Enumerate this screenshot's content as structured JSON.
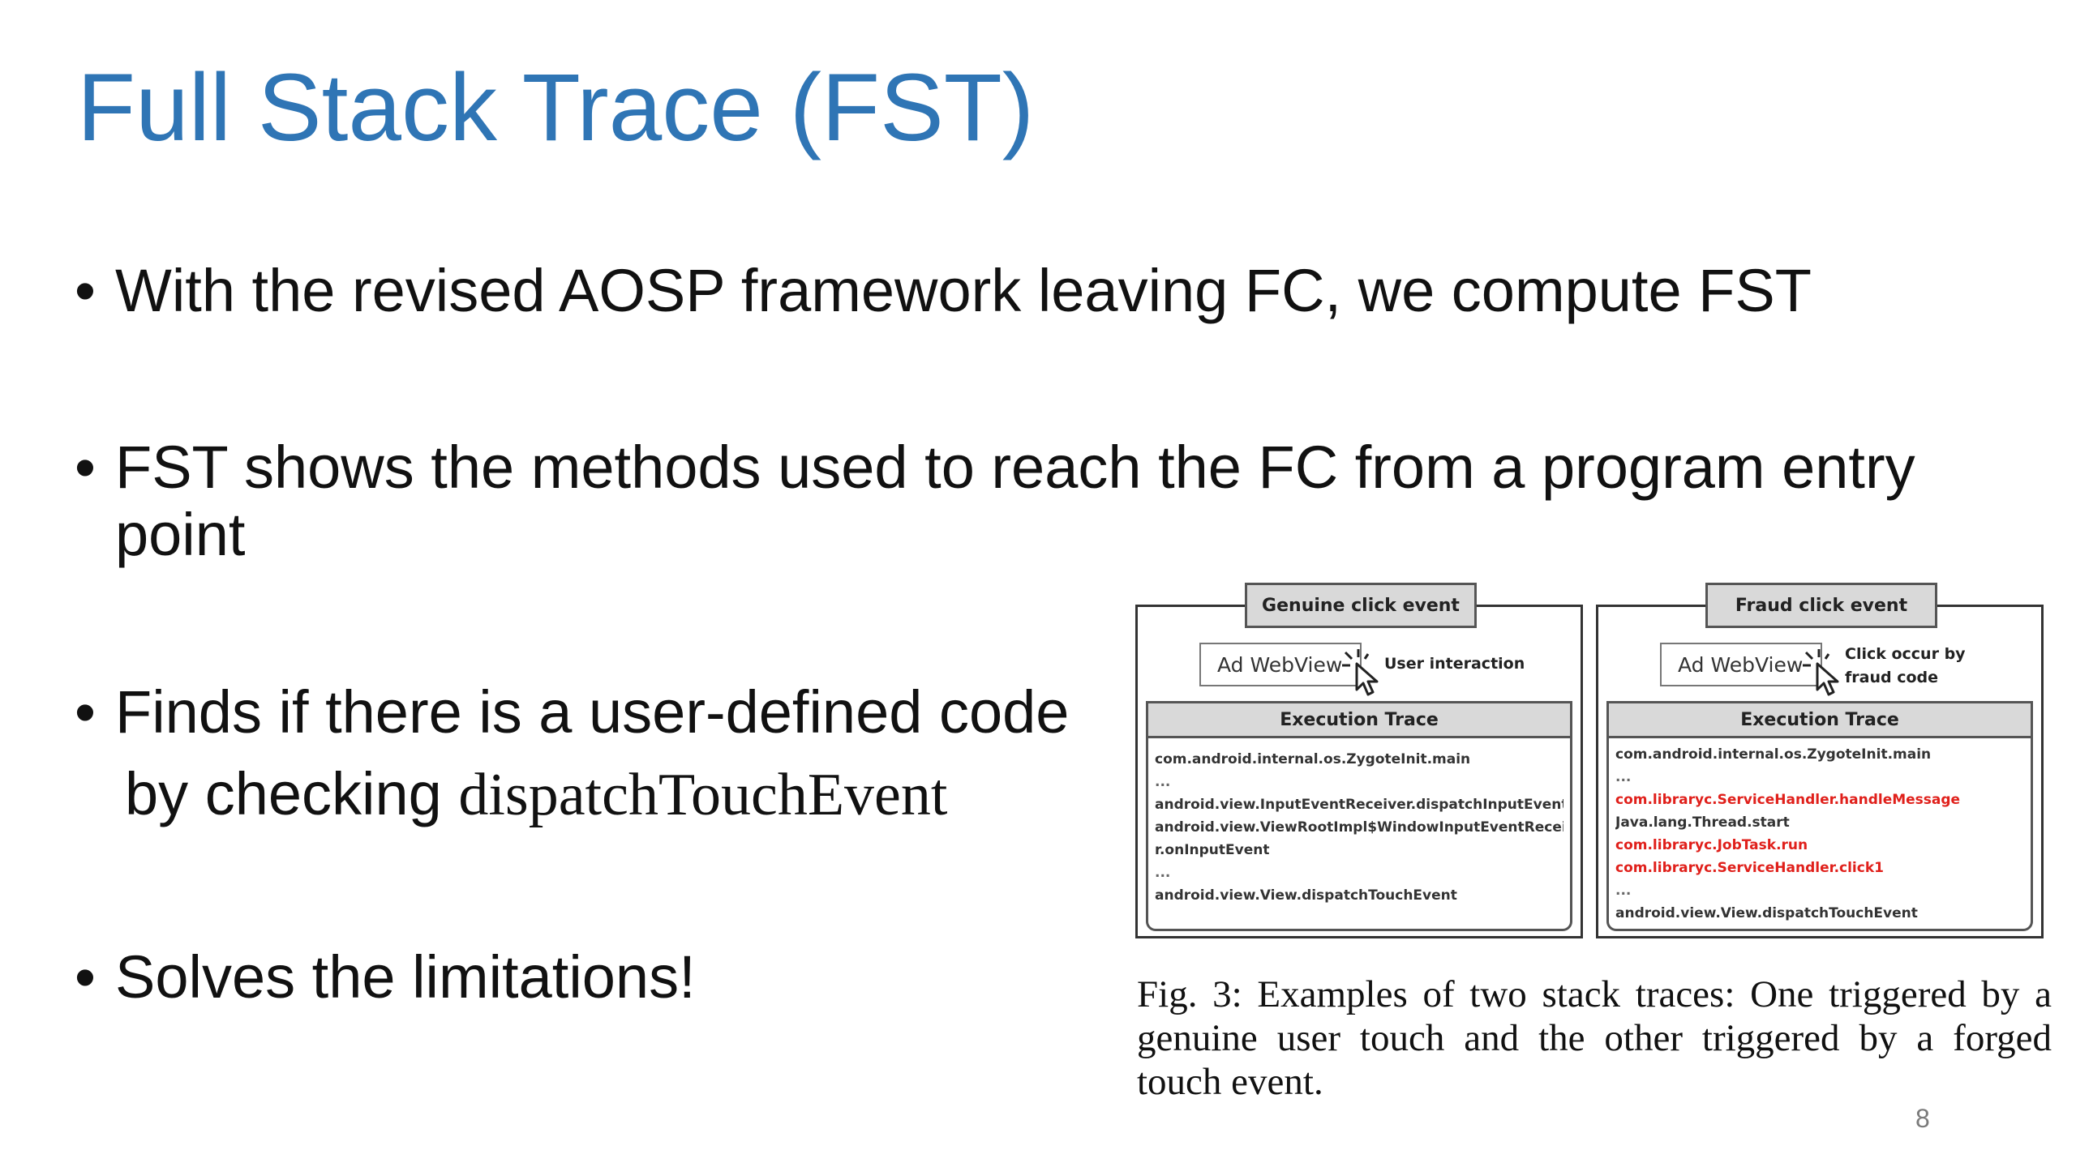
{
  "slide": {
    "title": "Full Stack Trace (FST)",
    "bullets": [
      {
        "marker": "•",
        "text": "With the revised AOSP framework leaving FC, we compute FST"
      },
      {
        "marker": "•",
        "text": "FST shows the methods used to reach the FC from a program entry point"
      },
      {
        "marker": "•",
        "line1": "Finds if there is a user-defined code",
        "line2_prefix": "by checking ",
        "line2_code": "dispatchTouchEvent"
      },
      {
        "marker": "•",
        "text": "Solves the limitations!"
      }
    ],
    "page_number": "8"
  },
  "figure": {
    "left_panel": {
      "header": "Genuine click event",
      "webview": "Ad WebView",
      "interaction": [
        "User interaction"
      ],
      "trace_header": "Execution Trace",
      "lines": [
        {
          "text": "com.android.internal.os.ZygoteInit.main",
          "style": "normal"
        },
        {
          "text": "...",
          "style": "dim"
        },
        {
          "text": "android.view.InputEventReceiver.dispatchInputEvent",
          "style": "normal"
        },
        {
          "text": "android.view.ViewRootImpl$WindowInputEventReceive",
          "style": "normal"
        },
        {
          "text": "r.onInputEvent",
          "style": "normal"
        },
        {
          "text": "...",
          "style": "dim"
        },
        {
          "text": "android.view.View.dispatchTouchEvent",
          "style": "normal"
        }
      ]
    },
    "right_panel": {
      "header": "Fraud click event",
      "webview": "Ad WebView",
      "interaction": [
        "Click occur by",
        "fraud code"
      ],
      "trace_header": "Execution Trace",
      "lines": [
        {
          "text": "com.android.internal.os.ZygoteInit.main",
          "style": "normal"
        },
        {
          "text": "...",
          "style": "dim"
        },
        {
          "text": "com.libraryc.ServiceHandler.handleMessage",
          "style": "red"
        },
        {
          "text": "Java.lang.Thread.start",
          "style": "normal"
        },
        {
          "text": "com.libraryc.JobTask.run",
          "style": "red"
        },
        {
          "text": "com.libraryc.ServiceHandler.click1",
          "style": "red"
        },
        {
          "text": "...",
          "style": "dim"
        },
        {
          "text": "android.view.View.dispatchTouchEvent",
          "style": "normal"
        }
      ]
    },
    "caption": "Fig. 3: Examples of two stack traces: One triggered by a genuine user touch and the other triggered by a forged touch event."
  },
  "colors": {
    "title": "#2f75b5",
    "fraud_highlight": "#e0201b",
    "header_fill": "#d9d9d9"
  }
}
